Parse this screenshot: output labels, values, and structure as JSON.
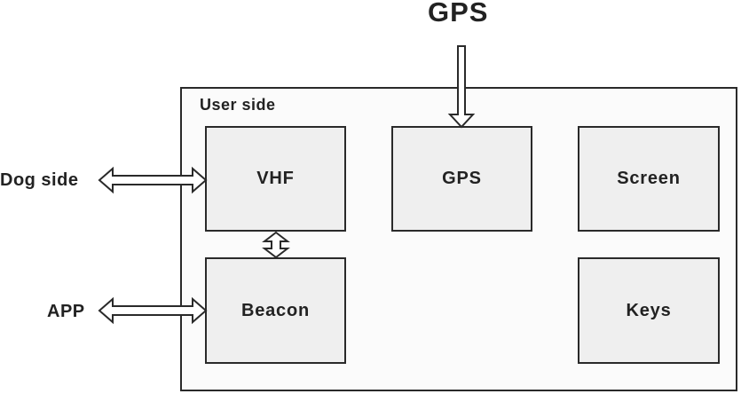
{
  "gps_top_label": "GPS",
  "outer": {
    "label": "User side"
  },
  "blocks": {
    "vhf": "VHF",
    "gps": "GPS",
    "screen": "Screen",
    "beacon": "Beacon",
    "keys": "Keys"
  },
  "external": {
    "dog_side": "Dog side",
    "app": "APP"
  }
}
